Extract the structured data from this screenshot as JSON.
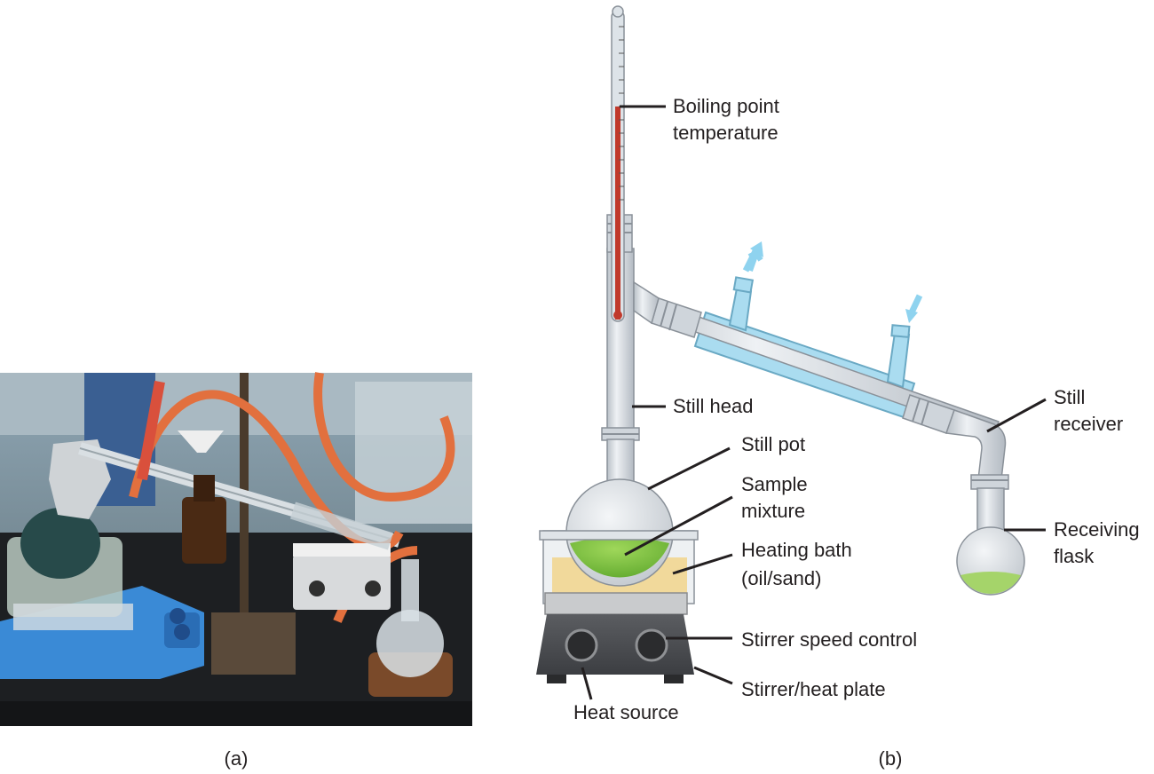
{
  "panels": {
    "a": {
      "caption": "(a)"
    },
    "b": {
      "caption": "(b)"
    }
  },
  "labels": {
    "boiling_point_line1": "Boiling point",
    "boiling_point_line2": "temperature",
    "still_head": "Still head",
    "still_pot": "Still pot",
    "sample_mixture_line1": "Sample",
    "sample_mixture_line2": "mixture",
    "heating_bath_line1": "Heating bath",
    "heating_bath_line2": "(oil/sand)",
    "stirrer_speed_control": "Stirrer speed control",
    "stirrer_heat_plate": "Stirrer/heat plate",
    "heat_source": "Heat source",
    "still_receiver_line1": "Still",
    "still_receiver_line2": "receiver",
    "receiving_flask_line1": "Receiving",
    "receiving_flask_line2": "flask"
  },
  "colors": {
    "glass": "#d8dde3",
    "glass_edge": "#8a9199",
    "condenser_jacket": "#aadcf0",
    "water_arrow": "#8fd3ef",
    "mercury": "#c0392b",
    "sample_liquid": "#7dc242",
    "bath_liquid": "#f1d99b",
    "hotplate_body": "#4d4f53",
    "hotplate_top": "#c9cbcd"
  }
}
